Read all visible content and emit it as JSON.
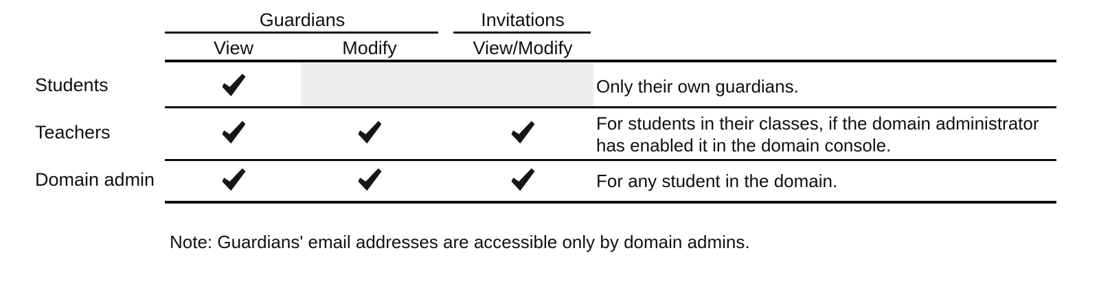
{
  "table": {
    "column_groups": [
      {
        "label": "Guardians",
        "spans": [
          "View",
          "Modify"
        ]
      },
      {
        "label": "Invitations",
        "spans": [
          "View/Modify"
        ]
      }
    ],
    "columns": [
      {
        "key": "role",
        "label": ""
      },
      {
        "key": "view",
        "label": "View",
        "group": "Guardians"
      },
      {
        "key": "modify",
        "label": "Modify",
        "group": "Guardians"
      },
      {
        "key": "viewmodify",
        "label": "View/Modify",
        "group": "Invitations"
      },
      {
        "key": "notes",
        "label": ""
      }
    ],
    "check_glyph": "check-mark",
    "shade_color": "#eeeeee",
    "rule_color": "#0d0d0d",
    "rows": [
      {
        "role": "Students",
        "view": "check",
        "modify": "shaded",
        "viewmodify": "shaded",
        "notes": "Only their own guardians."
      },
      {
        "role": "Teachers",
        "view": "check",
        "modify": "check",
        "viewmodify": "check",
        "notes": "For students in their classes, if the domain administrator has enabled it in the domain console."
      },
      {
        "role": "Domain admin",
        "view": "check",
        "modify": "check",
        "viewmodify": "check",
        "notes": "For any student in the domain."
      }
    ]
  },
  "footnote": {
    "text": "Note: Guardians' email addresses are accessible only by domain admins."
  }
}
